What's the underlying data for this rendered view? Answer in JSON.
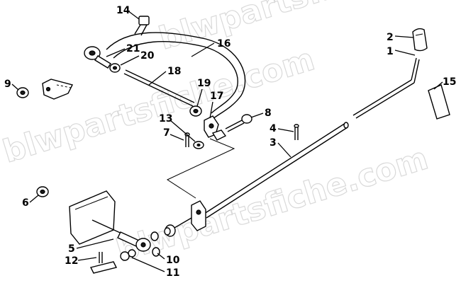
{
  "watermark": "blwpartsfiche.com",
  "callouts": [
    {
      "id": "c1",
      "label": "1"
    },
    {
      "id": "c2",
      "label": "2"
    },
    {
      "id": "c3",
      "label": "3"
    },
    {
      "id": "c4",
      "label": "4"
    },
    {
      "id": "c5",
      "label": "5"
    },
    {
      "id": "c6",
      "label": "6"
    },
    {
      "id": "c7",
      "label": "7"
    },
    {
      "id": "c8",
      "label": "8"
    },
    {
      "id": "c9",
      "label": "9"
    },
    {
      "id": "c10",
      "label": "10"
    },
    {
      "id": "c11",
      "label": "11"
    },
    {
      "id": "c12",
      "label": "12"
    },
    {
      "id": "c13",
      "label": "13"
    },
    {
      "id": "c14",
      "label": "14"
    },
    {
      "id": "c15",
      "label": "15"
    },
    {
      "id": "c16",
      "label": "16"
    },
    {
      "id": "c17",
      "label": "17"
    },
    {
      "id": "c18",
      "label": "18"
    },
    {
      "id": "c19",
      "label": "19"
    },
    {
      "id": "c20",
      "label": "20"
    },
    {
      "id": "c21",
      "label": "21"
    }
  ]
}
